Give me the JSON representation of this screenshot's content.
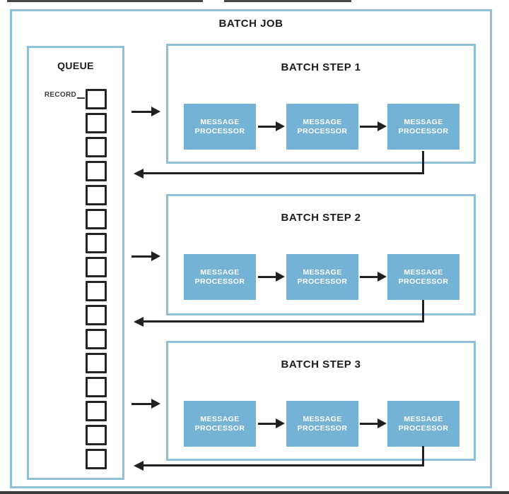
{
  "colors": {
    "canvas_bg": "#ffffff",
    "box_border_blue": "#8dbfd6",
    "processor_fill_blue": "#74b2d6",
    "processor_text": "#ffffff",
    "line_black": "#212121",
    "title_text": "#1c1c1c",
    "record_label_text": "#3c3c3c"
  },
  "diagram": {
    "title": "BATCH JOB",
    "queue": {
      "title": "QUEUE",
      "record_label": "RECORD",
      "record_count": 16
    },
    "steps": [
      {
        "title": "BATCH STEP 1",
        "processors": [
          {
            "line1": "MESSAGE",
            "line2": "PROCESSOR"
          },
          {
            "line1": "MESSAGE",
            "line2": "PROCESSOR"
          },
          {
            "line1": "MESSAGE",
            "line2": "PROCESSOR"
          }
        ]
      },
      {
        "title": "BATCH STEP 2",
        "processors": [
          {
            "line1": "MESSAGE",
            "line2": "PROCESSOR"
          },
          {
            "line1": "MESSAGE",
            "line2": "PROCESSOR"
          },
          {
            "line1": "MESSAGE",
            "line2": "PROCESSOR"
          }
        ]
      },
      {
        "title": "BATCH STEP 3",
        "processors": [
          {
            "line1": "MESSAGE",
            "line2": "PROCESSOR"
          },
          {
            "line1": "MESSAGE",
            "line2": "PROCESSOR"
          },
          {
            "line1": "MESSAGE",
            "line2": "PROCESSOR"
          }
        ]
      }
    ]
  }
}
